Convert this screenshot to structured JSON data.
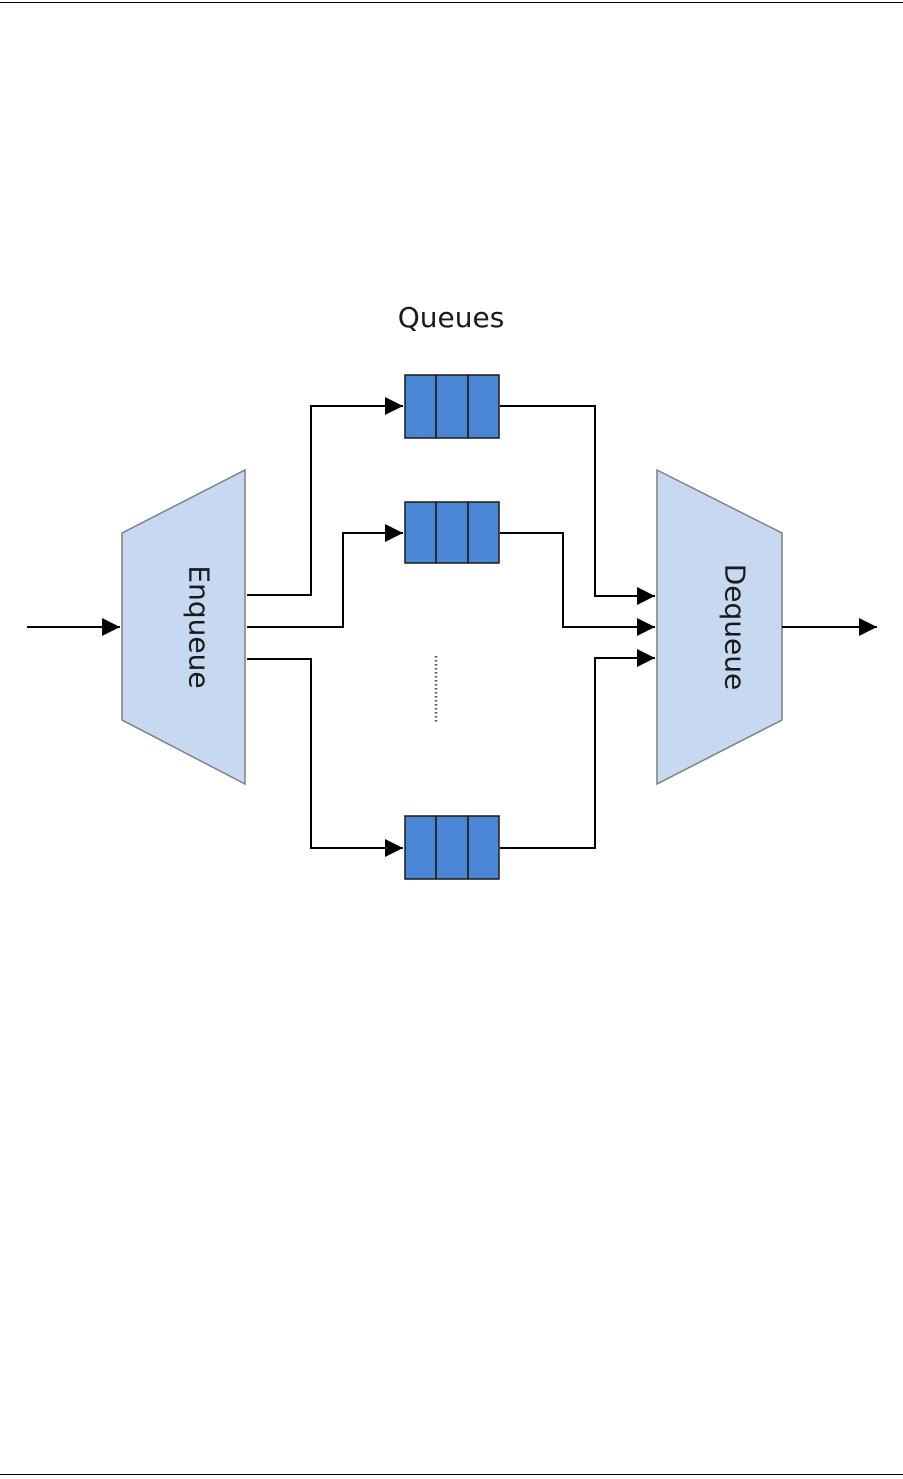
{
  "diagram": {
    "title": "Queues",
    "enqueue_label": "Enqueue",
    "dequeue_label": "Dequeue"
  },
  "colors": {
    "block_fill": "#c6d9f1",
    "block_stroke": "#7f7f7f",
    "queue_fill": "#4a86d4",
    "queue_stroke": "#1a1a1a",
    "line": "#000000"
  }
}
